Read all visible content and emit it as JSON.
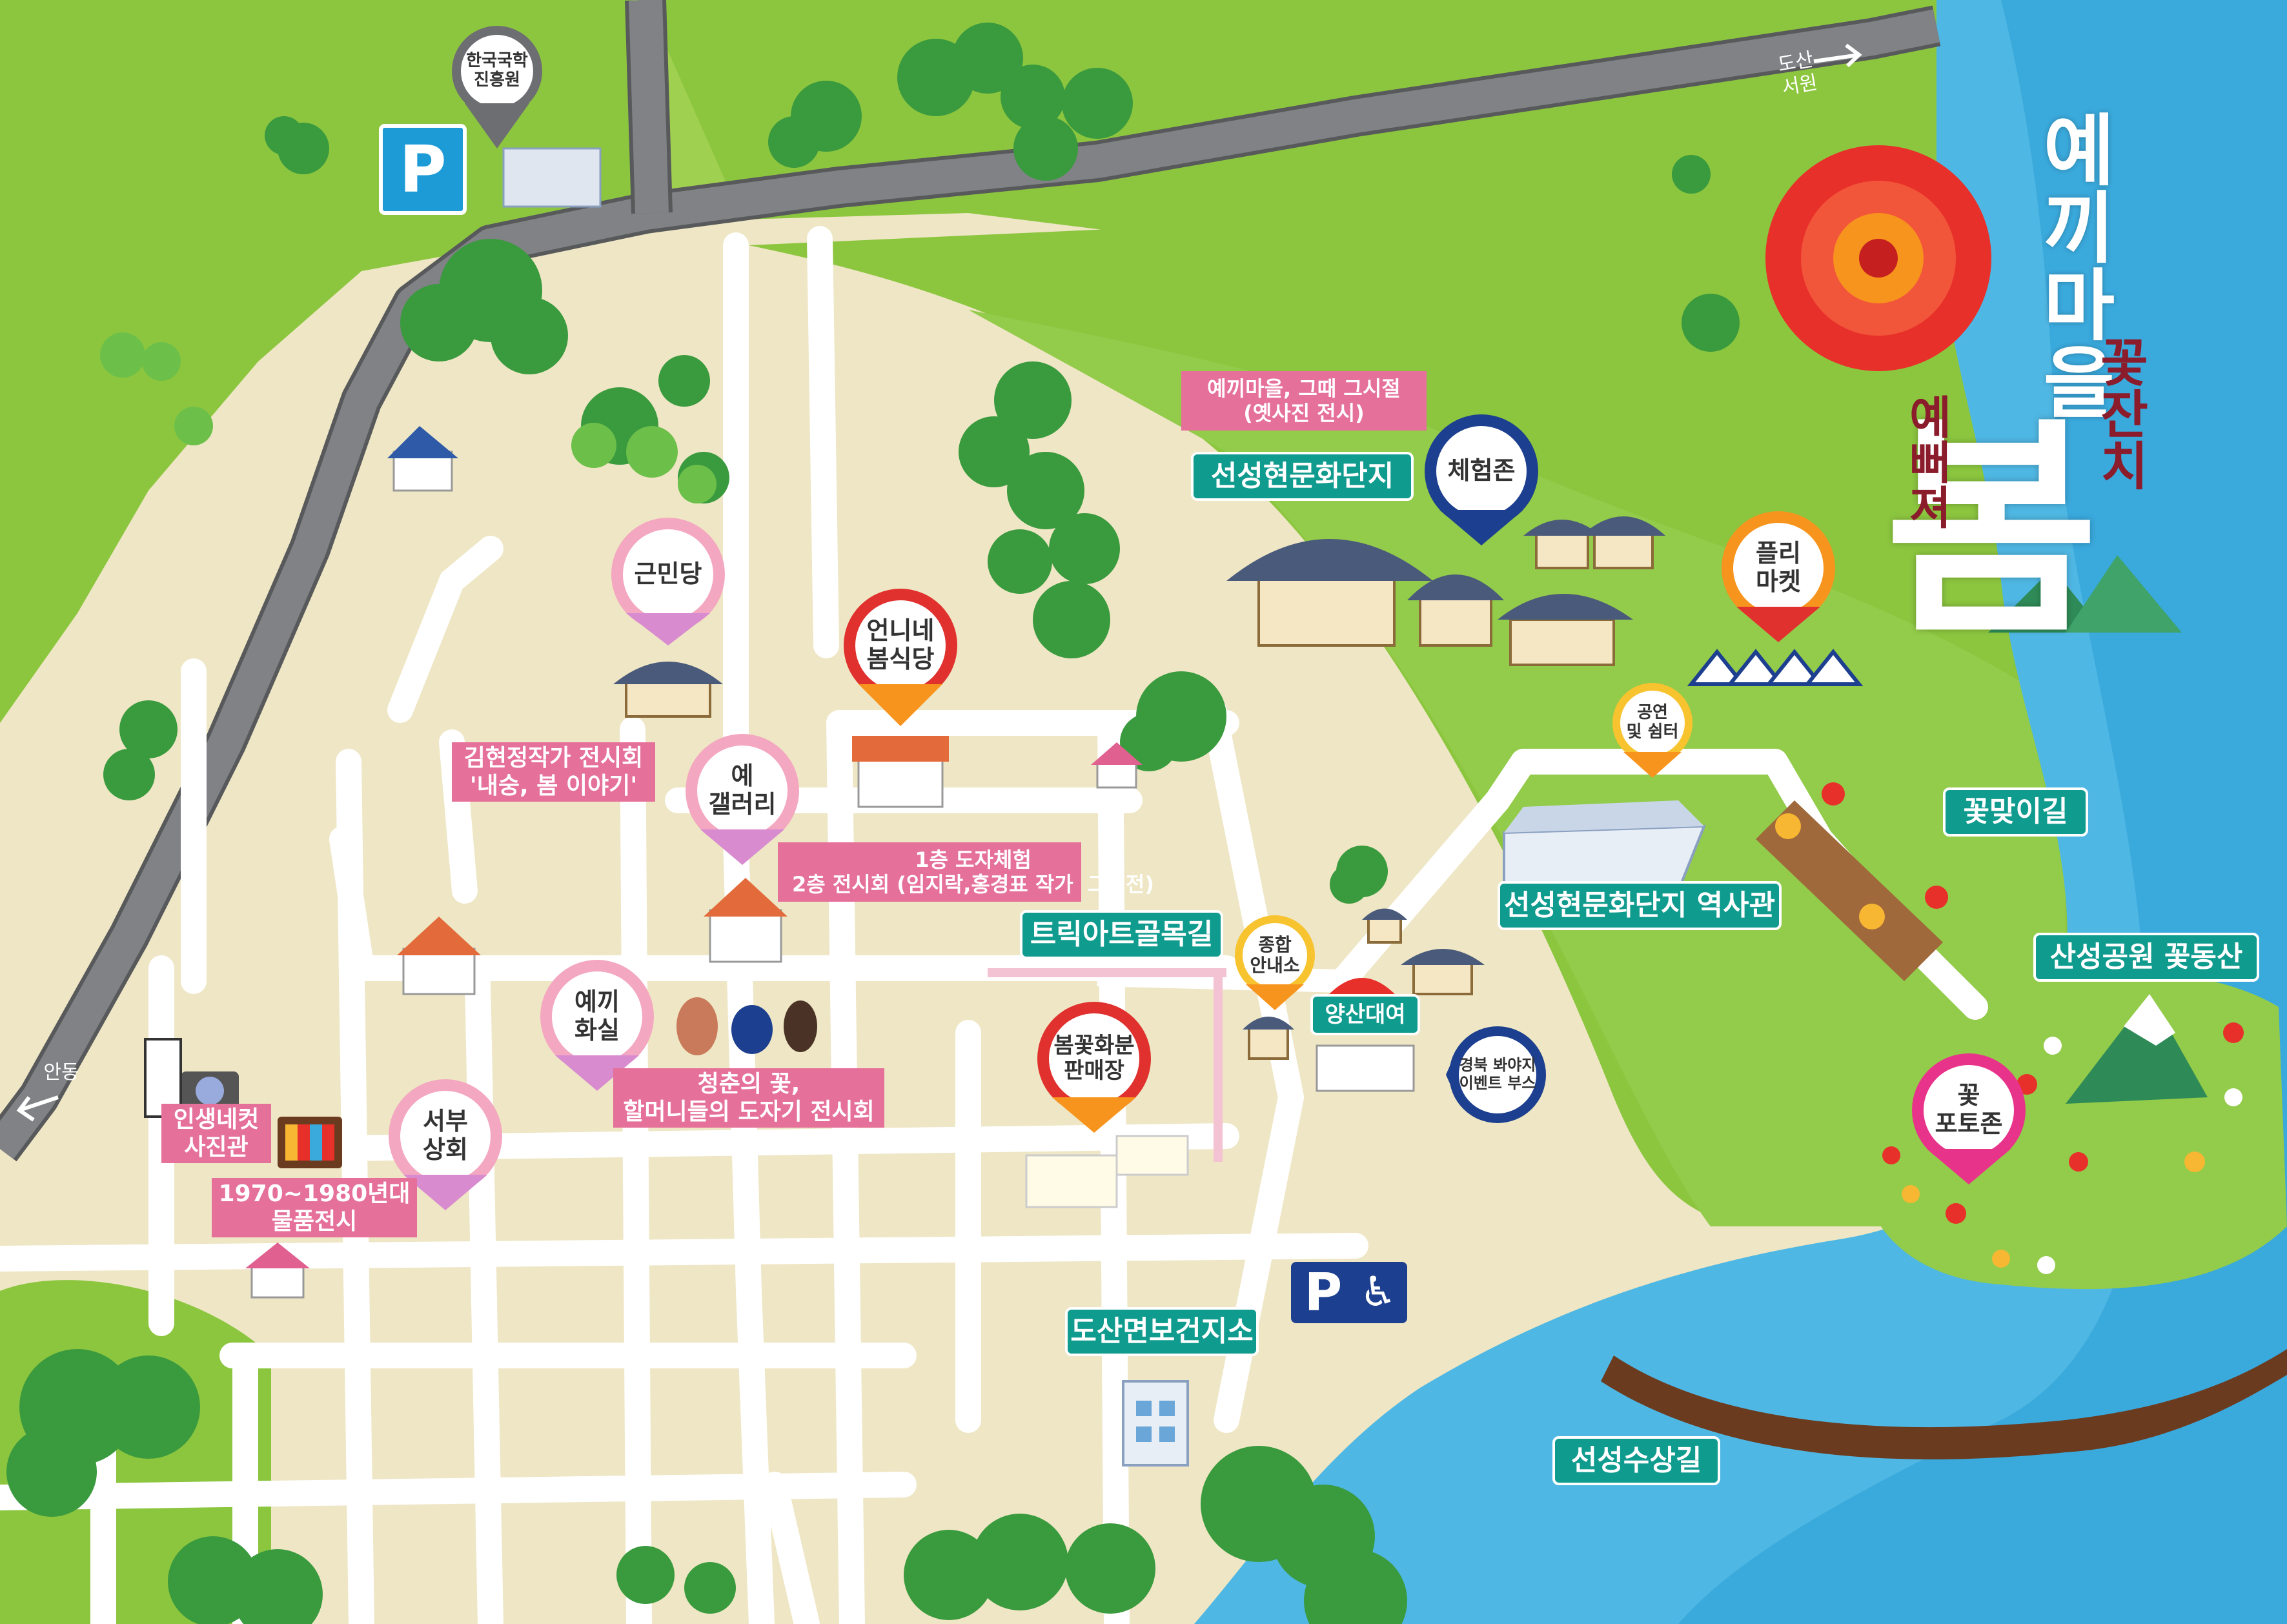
{
  "colors": {
    "grass": "#8cc63f",
    "grass_dark": "#6fb53a",
    "road": "#6d6e71",
    "street": "#ffffff",
    "ground": "#eee6c4",
    "water": "#4fb7e3",
    "teal_label": "#0f9b8e",
    "pink_label": "#e5709a",
    "navy": "#1d3f8f",
    "orange": "#f7941d",
    "red": "#e0312e",
    "flower_red": "#e8302a"
  },
  "title": {
    "line1": "예끼마을",
    "big": "봄",
    "side1": "꽃잔치",
    "side2": "예뻐져"
  },
  "directions": {
    "dosan": "도산\n서원",
    "andong": "안동"
  },
  "parking": {
    "top": "P",
    "bottom": "P"
  },
  "accessibility_icon": "wheelchair-icon",
  "pins": {
    "kukhak": "한국국학\n진흥원",
    "geunmindang": "근민당",
    "onnine": "언니네\n봄식당",
    "gallery": "예\n갤러리",
    "hwasil": "예끼\n화실",
    "seobu": "서부\n상회",
    "chehumzone": "체험존",
    "fleamarket": "플리\n마켓",
    "shelter": "공연\n및 쉼터",
    "info": "종합\n안내소",
    "flowerstall": "봄꽃화분\n판매장",
    "event": "경북 봐야지\n이벤트 부스",
    "photozone": "꽃\n포토존"
  },
  "labels": {
    "complex": "선성현문화단지",
    "history_hall": "선성현문화단지 역사관",
    "flower_road": "꽃맞이길",
    "sanseong_park": "산성공원 꽃동산",
    "trickart": "트릭아트골목길",
    "umbrella": "양산대여",
    "health_center": "도산면보건지소",
    "water_road": "선성수상길"
  },
  "pink_labels": {
    "old_photos": "예끼마을, 그때 그시절\n(옛사진 전시)",
    "kim_exhibit": "김현정작가 전시회\n'내숭, 봄 이야기'",
    "pottery": "1층 도자체험\n2층 전시회 (임지락,홍경표 작가  그림전)",
    "youth_flower": "청춘의 꽃,\n할머니들의 도자기 전시회",
    "photo_hall": "인생네컷\n사진관",
    "retro": "1970~1980년대\n물품전시"
  }
}
